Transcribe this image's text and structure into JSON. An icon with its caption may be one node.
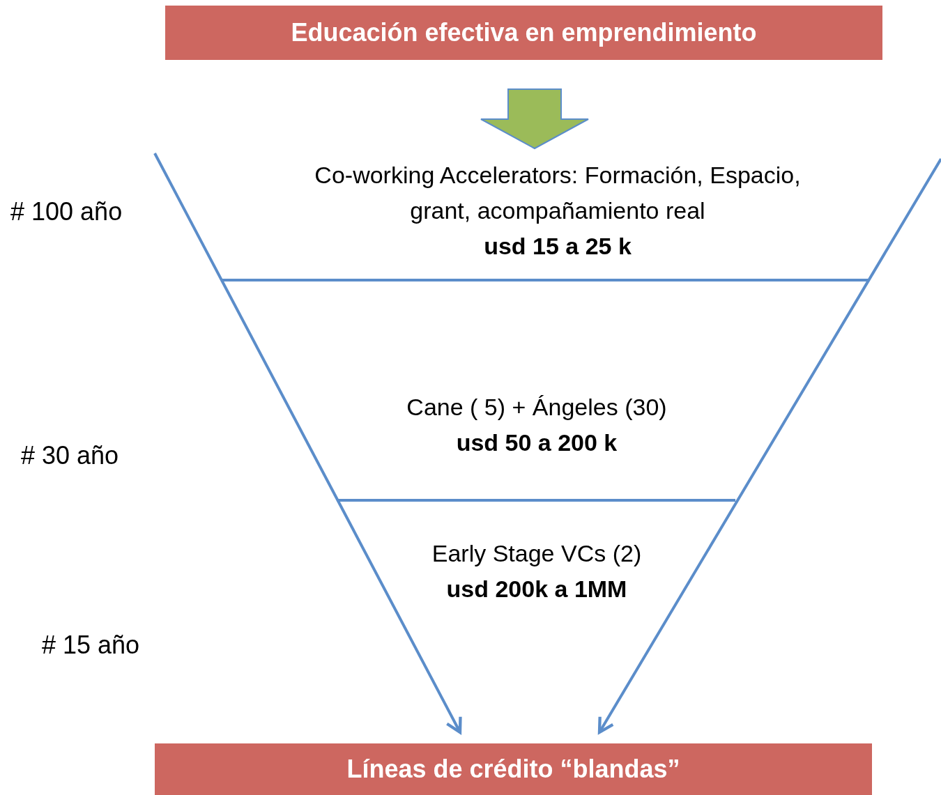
{
  "diagram": {
    "nodes": [
      {
        "text": [
          "Educación efectiva en emprendimiento"
        ]
      },
      {
        "text": [
          "Co-working Accelerators: Formación, Espacio, grant, acompañamiento real",
          "usd 15 a 25 k"
        ]
      },
      {
        "text": [
          "Cane ( 5) + Ángeles (30)",
          "usd 50 a 200 k"
        ]
      },
      {
        "text": [
          "Early Stage  VCs (2)",
          "usd 200k a  1MM"
        ]
      },
      {
        "text": [
          "Líneas de crédito “blandas”"
        ]
      }
    ],
    "edges": [
      {
        "from": 0,
        "to": 1,
        "arrow": "to",
        "style": "thick",
        "color": "#9bbb59"
      },
      {
        "from": null,
        "to": 4,
        "arrow": "to"
      },
      {
        "from": null,
        "to": 4,
        "arrow": "to"
      }
    ],
    "labels": [
      "# 100 año",
      "# 30 año",
      "# 15 año"
    ]
  }
}
